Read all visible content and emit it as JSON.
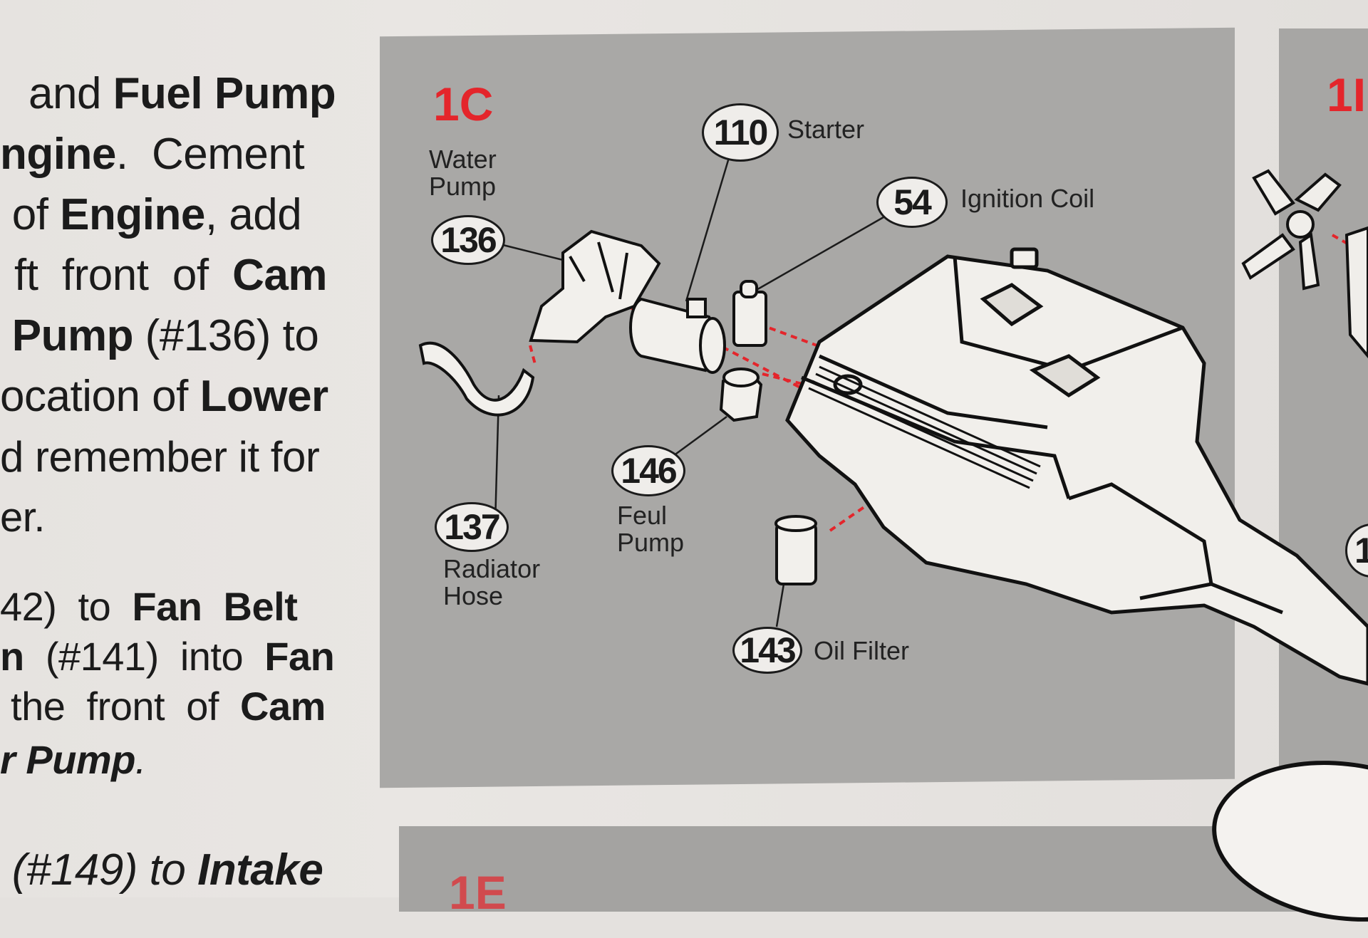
{
  "instructions": {
    "lines": [
      {
        "parts": [
          {
            "t": "and ",
            "s": "n"
          },
          {
            "t": "Fuel Pump",
            "s": "b"
          }
        ]
      },
      {
        "parts": [
          {
            "t": "ngine",
            "s": "b"
          },
          {
            "t": ".  Cement",
            "s": "n"
          }
        ]
      },
      {
        "parts": [
          {
            "t": " of ",
            "s": "n"
          },
          {
            "t": "Engine",
            "s": "b"
          },
          {
            "t": ", add",
            "s": "n"
          }
        ]
      },
      {
        "parts": [
          {
            "t": "ft  front  of  ",
            "s": "n"
          },
          {
            "t": "Cam",
            "s": "b"
          }
        ]
      },
      {
        "parts": [
          {
            "t": " Pump",
            "s": "b"
          },
          {
            "t": " (#136) to",
            "s": "n"
          }
        ]
      },
      {
        "parts": [
          {
            "t": "ocation of ",
            "s": "n"
          },
          {
            "t": "Lower",
            "s": "b"
          }
        ]
      },
      {
        "parts": [
          {
            "t": "d remember it for",
            "s": "n"
          }
        ]
      },
      {
        "parts": [
          {
            "t": "er.",
            "s": "n"
          }
        ]
      },
      {
        "parts": [
          {
            "t": "42)  to  ",
            "s": "n"
          },
          {
            "t": "Fan  Belt",
            "s": "b"
          }
        ]
      },
      {
        "parts": [
          {
            "t": "n",
            "s": "b"
          },
          {
            "t": "  (#141)  into  ",
            "s": "n"
          },
          {
            "t": "Fan",
            "s": "b"
          }
        ]
      },
      {
        "parts": [
          {
            "t": " the  front  of  ",
            "s": "n"
          },
          {
            "t": "Cam",
            "s": "b"
          }
        ]
      },
      {
        "parts": [
          {
            "t": "r Pump",
            "s": "bi"
          },
          {
            "t": ".",
            "s": "i"
          }
        ]
      },
      {
        "parts": [
          {
            "t": " (#149) to ",
            "s": "i"
          },
          {
            "t": "Intake",
            "s": "bi"
          }
        ]
      }
    ]
  },
  "diagram": {
    "step": "1C",
    "next_step": "1I",
    "bottom_step": "1E",
    "parts": [
      {
        "id": "water-pump",
        "number": "136",
        "label": "Water\nPump"
      },
      {
        "id": "radiator-hose",
        "number": "137",
        "label": "Radiator\nHose"
      },
      {
        "id": "starter",
        "number": "110",
        "label": "Starter"
      },
      {
        "id": "ignition-coil",
        "number": "54",
        "label": "Ignition Coil"
      },
      {
        "id": "fuel-pump",
        "number": "146",
        "label": "Feul\nPump"
      },
      {
        "id": "oil-filter",
        "number": "143",
        "label": "Oil Filter"
      }
    ],
    "right_part_number": "1"
  },
  "colors": {
    "accent_red": "#e4252b",
    "panel_gray": "#a9a8a6",
    "paper": "#e4e1de",
    "ink": "#1b1b1b"
  }
}
